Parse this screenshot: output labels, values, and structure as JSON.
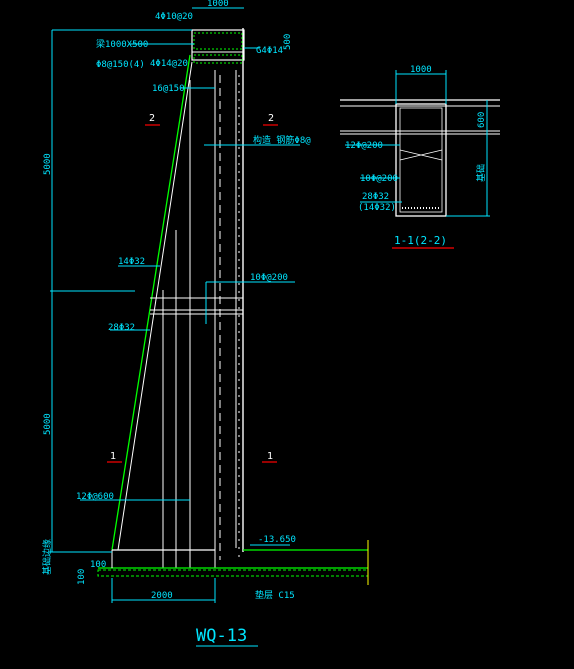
{
  "colors": {
    "background": "#000000",
    "outline": "#ffffff",
    "dimension": "#00e5ff",
    "slope": "#00ff00",
    "section_mark": "#ff0000",
    "leader": "#ffff00"
  },
  "elevation": {
    "top_width": "1000",
    "upper_height": "5000",
    "lower_height": "5000",
    "base_width": "2000",
    "toe": "100",
    "base_thickness": "100",
    "level": "-13.650",
    "cushion": "垫层 C15"
  },
  "rebar_labels": {
    "top_bars": "4Φ10@20",
    "beam_size": "梁1000X500",
    "beam_stirrup": "Φ8@150(4)",
    "beam_bottom": "4Φ14@20",
    "g414": "G4Φ14",
    "slab_500": "500",
    "stir_16": "16@150",
    "tie_label": "构造 钢筋Φ8@",
    "b14": "14Φ32",
    "b28": "28Φ32",
    "b10": "10Φ@200",
    "b12": "12Φ@600",
    "base_edge": "基础边缘"
  },
  "section_marks": {
    "s2_left": "2",
    "s2_right": "2",
    "s1_left": "1",
    "s1_right": "1"
  },
  "section": {
    "width": "1000",
    "height": "600",
    "length": "基础",
    "r1": "12Φ@200",
    "r2": "10Φ@200",
    "r3": "28Φ32",
    "r4": "(14Φ32)",
    "title": "1-1(2-2)"
  },
  "drawing_title": "WQ-13"
}
